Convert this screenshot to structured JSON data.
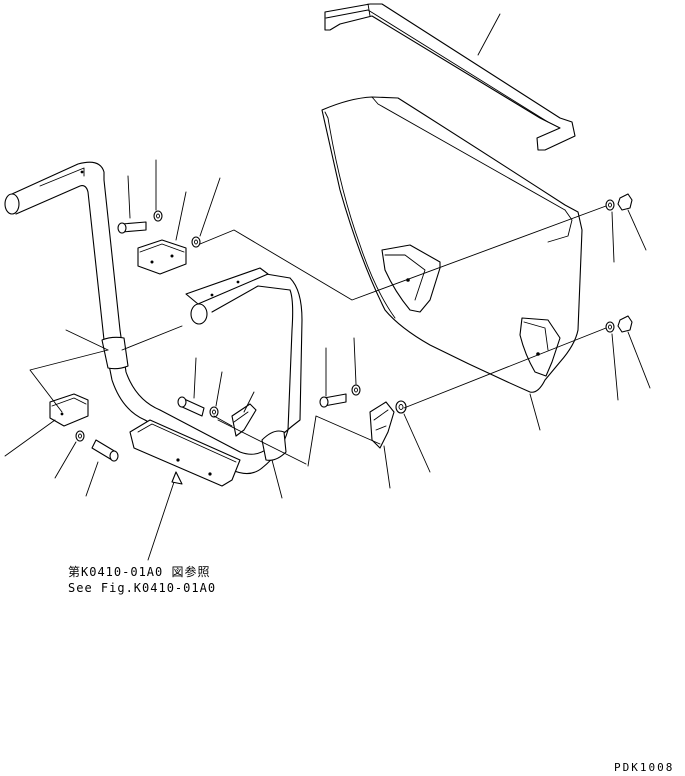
{
  "reference": {
    "jp": "第K0410-01A0 図参照",
    "en": "See Fig.K0410-01A0"
  },
  "drawing_code": "PDK1008"
}
